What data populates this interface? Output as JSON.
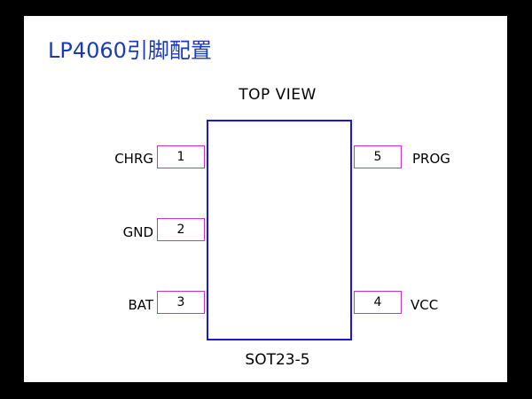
{
  "title": "LP4060引脚配置",
  "view_label": "TOP VIEW",
  "package": "SOT23-5",
  "colors": {
    "title": "#1a3ab8",
    "chip_border": "#1a1ad6",
    "pin_border": "#cc33cc",
    "background": "#ffffff",
    "frame": "#000000"
  },
  "pins": {
    "left": [
      {
        "number": "1",
        "name": "CHRG"
      },
      {
        "number": "2",
        "name": "GND"
      },
      {
        "number": "3",
        "name": "BAT"
      }
    ],
    "right": [
      {
        "number": "5",
        "name": "PROG"
      },
      {
        "number": "4",
        "name": "VCC"
      }
    ]
  }
}
